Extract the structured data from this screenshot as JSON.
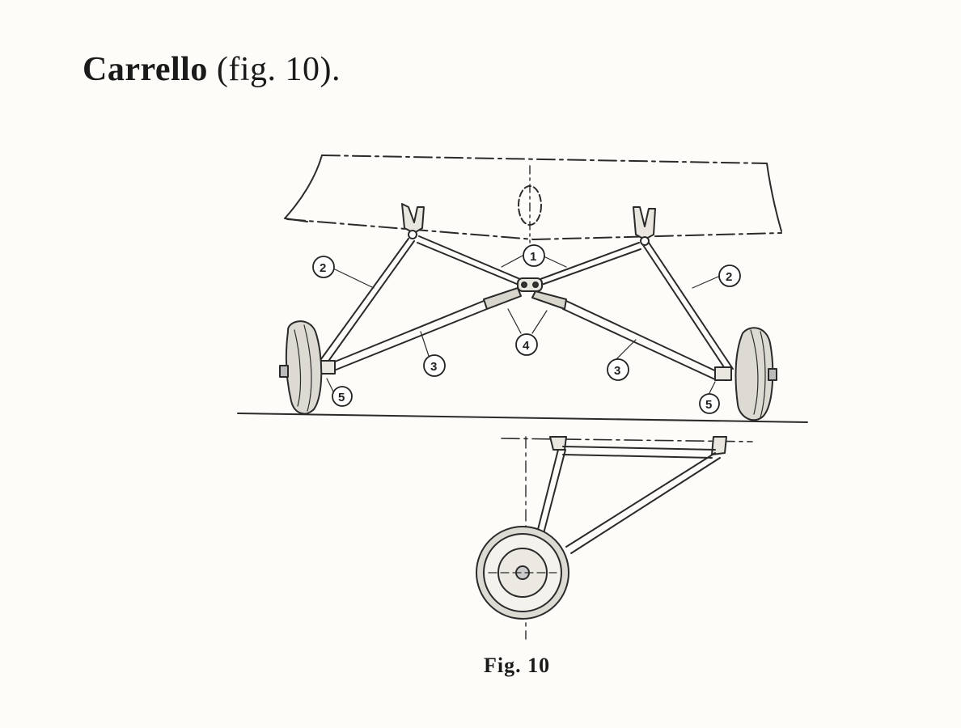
{
  "heading": {
    "title": "Carrello",
    "reference": "(fig. 10)."
  },
  "figure": {
    "caption": "Fig. 10",
    "callouts": [
      "1",
      "2",
      "2",
      "3",
      "3",
      "4",
      "5",
      "5"
    ]
  }
}
